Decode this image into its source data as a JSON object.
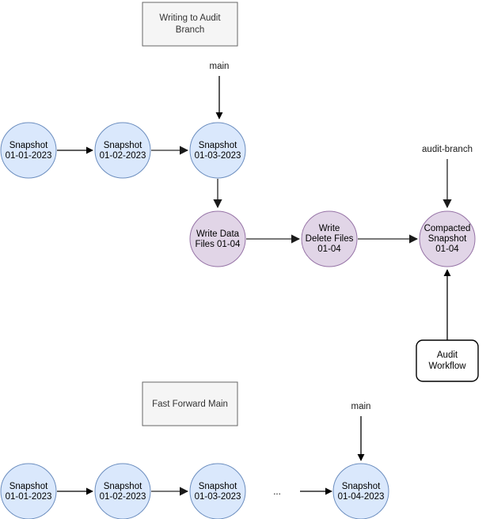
{
  "diagram": {
    "title_groups": [
      {
        "id": "writing-to-audit-branch",
        "label_line1": "Writing to Audit",
        "label_line2": "Branch"
      },
      {
        "id": "fast-forward-main",
        "label_line1": "Fast Forward Main",
        "label_line2": ""
      }
    ],
    "branch_labels": {
      "main_top": "main",
      "audit_branch": "audit-branch",
      "main_bottom": "main"
    },
    "ellipsis": "...",
    "colors": {
      "snapshot_fill": "#dae8fc",
      "snapshot_stroke": "#6c8ebf",
      "compaction_fill": "#e1d5e7",
      "compaction_stroke": "#9673a6",
      "group_fill": "#f5f5f5",
      "group_stroke": "#666666",
      "edge": "#000000",
      "canvas": "#ffffff"
    },
    "top_row_snapshots": [
      {
        "id": "snapshot-01-01-2023-top",
        "line1": "Snapshot",
        "line2": "01-01-2023"
      },
      {
        "id": "snapshot-01-02-2023-top",
        "line1": "Snapshot",
        "line2": "01-02-2023"
      },
      {
        "id": "snapshot-01-03-2023-top",
        "line1": "Snapshot",
        "line2": "01-03-2023"
      }
    ],
    "audit_chain": [
      {
        "id": "write-data-files-01-04",
        "line1": "Write Data",
        "line2": "Files 01-04",
        "line3": ""
      },
      {
        "id": "write-delete-files-01-04",
        "line1": "Write",
        "line2": "Delete Files",
        "line3": "01-04"
      },
      {
        "id": "compacted-snapshot-01-04",
        "line1": "Compacted",
        "line2": "Snapshot",
        "line3": "01-04"
      }
    ],
    "audit_workflow_box": {
      "id": "audit-workflow",
      "line1": "Audit",
      "line2": "Workflow"
    },
    "bottom_row_snapshots": [
      {
        "id": "snapshot-01-01-2023-bottom",
        "line1": "Snapshot",
        "line2": "01-01-2023"
      },
      {
        "id": "snapshot-01-02-2023-bottom",
        "line1": "Snapshot",
        "line2": "01-02-2023"
      },
      {
        "id": "snapshot-01-03-2023-bottom",
        "line1": "Snapshot",
        "line2": "01-03-2023"
      },
      {
        "id": "snapshot-01-04-2023-bottom",
        "line1": "Snapshot",
        "line2": "01-04-2023"
      }
    ]
  }
}
